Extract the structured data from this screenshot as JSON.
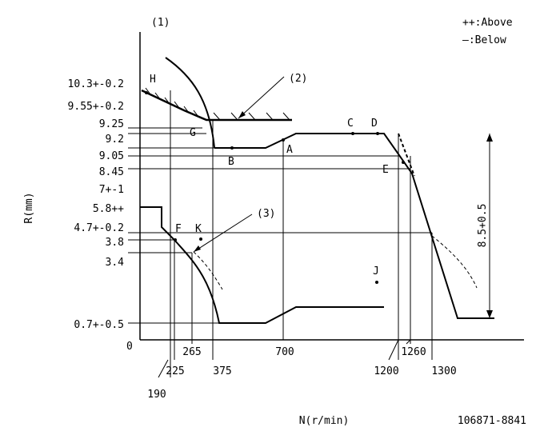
{
  "diagram": {
    "legend": {
      "above": "++:Above",
      "below": "—:Below"
    },
    "annotations": {
      "n1": "(1)",
      "n2": "(2)",
      "n3": "(3)"
    },
    "axes": {
      "y_label": "R(mm)",
      "x_label": "N(r/min)",
      "origin": "0"
    },
    "y_ticks": [
      "10.3+-0.2",
      "9.55+-0.2",
      "9.25",
      "9.2",
      "9.05",
      "8.45",
      "7+-1",
      "5.8++",
      "4.7+-0.2",
      "3.8",
      "3.4",
      "0.7+-0.5"
    ],
    "x_ticks": [
      "190",
      "225",
      "265",
      "375",
      "700",
      "1200",
      "1260",
      "1300"
    ],
    "points": {
      "H": "H",
      "G": "G",
      "B": "B",
      "A": "A",
      "C": "C",
      "D": "D",
      "E": "E",
      "F": "F",
      "K": "K",
      "J": "J"
    },
    "dimension": "8.5+0.5",
    "code": "106871-8841"
  }
}
